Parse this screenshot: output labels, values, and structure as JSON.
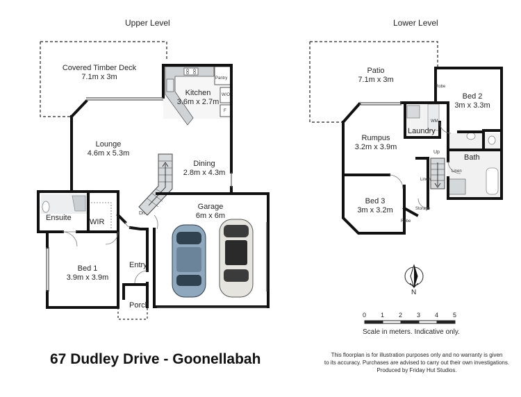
{
  "levels": {
    "upper": "Upper Level",
    "lower": "Lower Level"
  },
  "rooms": {
    "deck": {
      "name": "Covered Timber Deck",
      "size": "7.1m x 3m"
    },
    "kitchen": {
      "name": "Kitchen",
      "size": "3.6m x 2.7m"
    },
    "lounge": {
      "name": "Lounge",
      "size": "4.6m x 5.3m"
    },
    "dining": {
      "name": "Dining",
      "size": "2.8m x 4.3m"
    },
    "garage": {
      "name": "Garage",
      "size": "6m x 6m"
    },
    "bed1": {
      "name": "Bed 1",
      "size": "3.9m x 3.9m"
    },
    "ensuite": {
      "name": "Ensuite"
    },
    "wir": {
      "name": "WIR"
    },
    "entry": {
      "name": "Entry"
    },
    "porch": {
      "name": "Porch"
    },
    "patio": {
      "name": "Patio",
      "size": "7.1m x 3m"
    },
    "bed2": {
      "name": "Bed 2",
      "size": "3m x 3.3m"
    },
    "rumpus": {
      "name": "Rumpus",
      "size": "3.2m x 3.9m"
    },
    "laundry": {
      "name": "Laundry"
    },
    "bath": {
      "name": "Bath"
    },
    "bed3": {
      "name": "Bed 3",
      "size": "3m x 3.2m"
    }
  },
  "small_labels": {
    "pantry": "Pantry",
    "wo": "W/O",
    "fridge": "F",
    "dn": "Dn",
    "up": "Up",
    "robe_bed2": "Robe",
    "robe_bed3": "Robe",
    "wm": "WM",
    "linen_1": "Linen",
    "linen_2": "Linen",
    "storage": "Storage"
  },
  "compass": {
    "north": "N"
  },
  "scale": {
    "ticks": [
      "0",
      "1",
      "2",
      "3",
      "4",
      "5"
    ],
    "caption": "Scale in meters. Indicative only."
  },
  "address": "67 Dudley Drive - Goonellabah",
  "disclaimer": [
    "This floorplan is for illustration purposes only and no warranty is given",
    "to its accuracy. Purchases are advised to carry out their own investigations.",
    "Produced by Friday Hut Studios."
  ]
}
